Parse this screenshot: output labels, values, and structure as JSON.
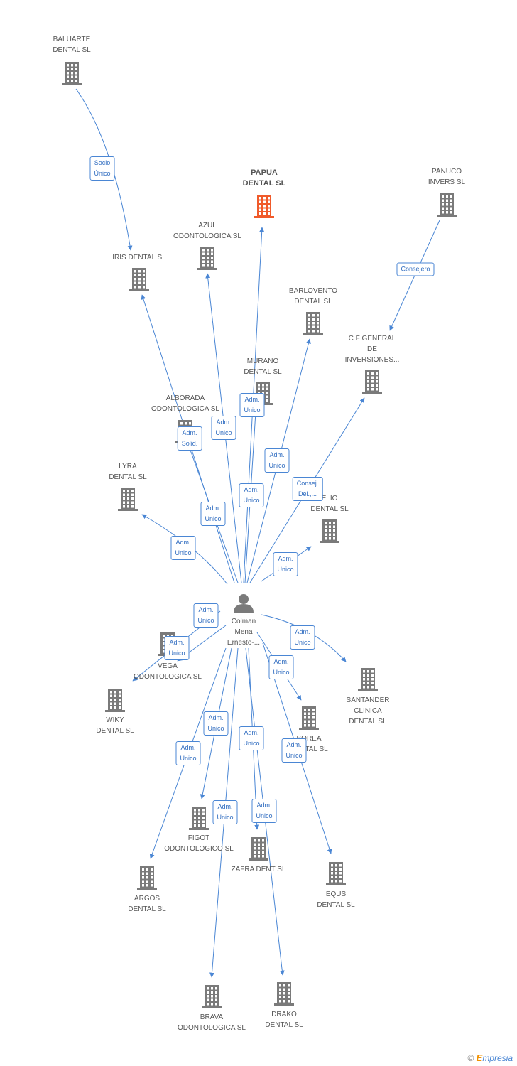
{
  "colors": {
    "edge": "#4a86d4",
    "node": "#7a7a7a",
    "main_node": "#f05a2a",
    "person": "#7a7a7a"
  },
  "person": {
    "id": "colman",
    "name": [
      "Colman",
      "Mena",
      "Ernesto-..."
    ],
    "icon": "person-icon"
  },
  "companies": [
    {
      "id": "baluarte",
      "label": [
        "BALUARTE",
        "DENTAL SL"
      ],
      "icon": "building-icon"
    },
    {
      "id": "papua",
      "label": [
        "PAPUA",
        "DENTAL SL"
      ],
      "icon": "building-icon",
      "main": true
    },
    {
      "id": "panuco",
      "label": [
        "PANUCO",
        "INVERS SL"
      ],
      "icon": "building-icon"
    },
    {
      "id": "azul",
      "label": [
        "AZUL",
        "ODONTOLOGICA SL"
      ],
      "icon": "building-icon"
    },
    {
      "id": "iris",
      "label": [
        "IRIS DENTAL SL"
      ],
      "icon": "building-icon"
    },
    {
      "id": "barlovento",
      "label": [
        "BARLOVENTO",
        "DENTAL SL"
      ],
      "icon": "building-icon"
    },
    {
      "id": "cfgeneral",
      "label": [
        "C F GENERAL",
        "DE",
        "INVERSIONES..."
      ],
      "icon": "building-icon"
    },
    {
      "id": "murano",
      "label": [
        "MURANO",
        "DENTAL SL"
      ],
      "icon": "building-icon"
    },
    {
      "id": "alborada",
      "label": [
        "ALBORADA",
        "ODONTOLOGICA SL"
      ],
      "icon": "building-icon"
    },
    {
      "id": "lyra",
      "label": [
        "LYRA",
        "DENTAL SL"
      ],
      "icon": "building-icon"
    },
    {
      "id": "elio",
      "label": [
        "ELIO",
        "DENTAL SL"
      ],
      "icon": "building-icon"
    },
    {
      "id": "vega",
      "label": [
        "VEGA",
        "ODONTOLOGICA SL"
      ],
      "icon": "building-icon"
    },
    {
      "id": "wiky",
      "label": [
        "WIKY",
        "DENTAL SL"
      ],
      "icon": "building-icon"
    },
    {
      "id": "santander",
      "label": [
        "SANTANDER",
        "CLINICA",
        "DENTAL SL"
      ],
      "icon": "building-icon"
    },
    {
      "id": "borea",
      "label": [
        "BOREA",
        "DENTAL SL"
      ],
      "icon": "building-icon"
    },
    {
      "id": "figot",
      "label": [
        "FIGOT",
        "ODONTOLOGICO SL"
      ],
      "icon": "building-icon"
    },
    {
      "id": "zafra",
      "label": [
        "ZAFRA DENT SL"
      ],
      "icon": "building-icon"
    },
    {
      "id": "argos",
      "label": [
        "ARGOS",
        "DENTAL SL"
      ],
      "icon": "building-icon"
    },
    {
      "id": "equs",
      "label": [
        "EQUS",
        "DENTAL SL"
      ],
      "icon": "building-icon"
    },
    {
      "id": "brava",
      "label": [
        "BRAVA",
        "ODONTOLOGICA SL"
      ],
      "icon": "building-icon"
    },
    {
      "id": "drako",
      "label": [
        "DRAKO",
        "DENTAL SL"
      ],
      "icon": "building-icon"
    }
  ],
  "edges": [
    {
      "from": "baluarte",
      "to": "iris",
      "label": [
        "Socio",
        "Único"
      ]
    },
    {
      "from": "panuco",
      "to": "cfgeneral",
      "label": [
        "Consejero"
      ]
    },
    {
      "from": "colman",
      "to": "papua",
      "label": [
        "Adm.",
        "Unico"
      ]
    },
    {
      "from": "colman",
      "to": "azul",
      "label": [
        "Adm.",
        "Unico"
      ]
    },
    {
      "from": "colman",
      "to": "murano",
      "label": [
        "Adm.",
        "Unico"
      ]
    },
    {
      "from": "colman",
      "to": "alborada",
      "label": [
        "Adm.",
        "Solid."
      ]
    },
    {
      "from": "colman",
      "to": "barlovento",
      "label": [
        "Adm.",
        "Unico"
      ]
    },
    {
      "from": "colman",
      "to": "iris",
      "label": [
        "Adm.",
        "Unico"
      ]
    },
    {
      "from": "colman",
      "to": "cfgeneral",
      "label": [
        "Consej.",
        "Del.,..."
      ]
    },
    {
      "from": "colman",
      "to": "lyra",
      "label": [
        "Adm.",
        "Unico"
      ]
    },
    {
      "from": "colman",
      "to": "elio",
      "label": [
        "Adm.",
        "Unico"
      ]
    },
    {
      "from": "colman",
      "to": "wiky",
      "label": [
        "Adm.",
        "Unico"
      ]
    },
    {
      "from": "colman",
      "to": "vega",
      "label": [
        "Adm.",
        "Unico"
      ]
    },
    {
      "from": "colman",
      "to": "santander",
      "label": [
        "Adm.",
        "Unico"
      ]
    },
    {
      "from": "colman",
      "to": "borea",
      "label": [
        "Adm.",
        "Unico"
      ]
    },
    {
      "from": "colman",
      "to": "figot",
      "label": [
        "Adm.",
        "Unico"
      ]
    },
    {
      "from": "colman",
      "to": "argos",
      "label": [
        "Adm.",
        "Unico"
      ]
    },
    {
      "from": "colman",
      "to": "zafra",
      "label": [
        "Adm.",
        "Unico"
      ]
    },
    {
      "from": "colman",
      "to": "equs",
      "label": [
        "Adm.",
        "Unico"
      ]
    },
    {
      "from": "colman",
      "to": "brava",
      "label": [
        "Adm.",
        "Unico"
      ]
    },
    {
      "from": "colman",
      "to": "drako",
      "label": [
        "Adm.",
        "Unico"
      ]
    }
  ],
  "copyright": {
    "symbol": "©",
    "brand_initial": "E",
    "brand_rest": "mpresia"
  }
}
